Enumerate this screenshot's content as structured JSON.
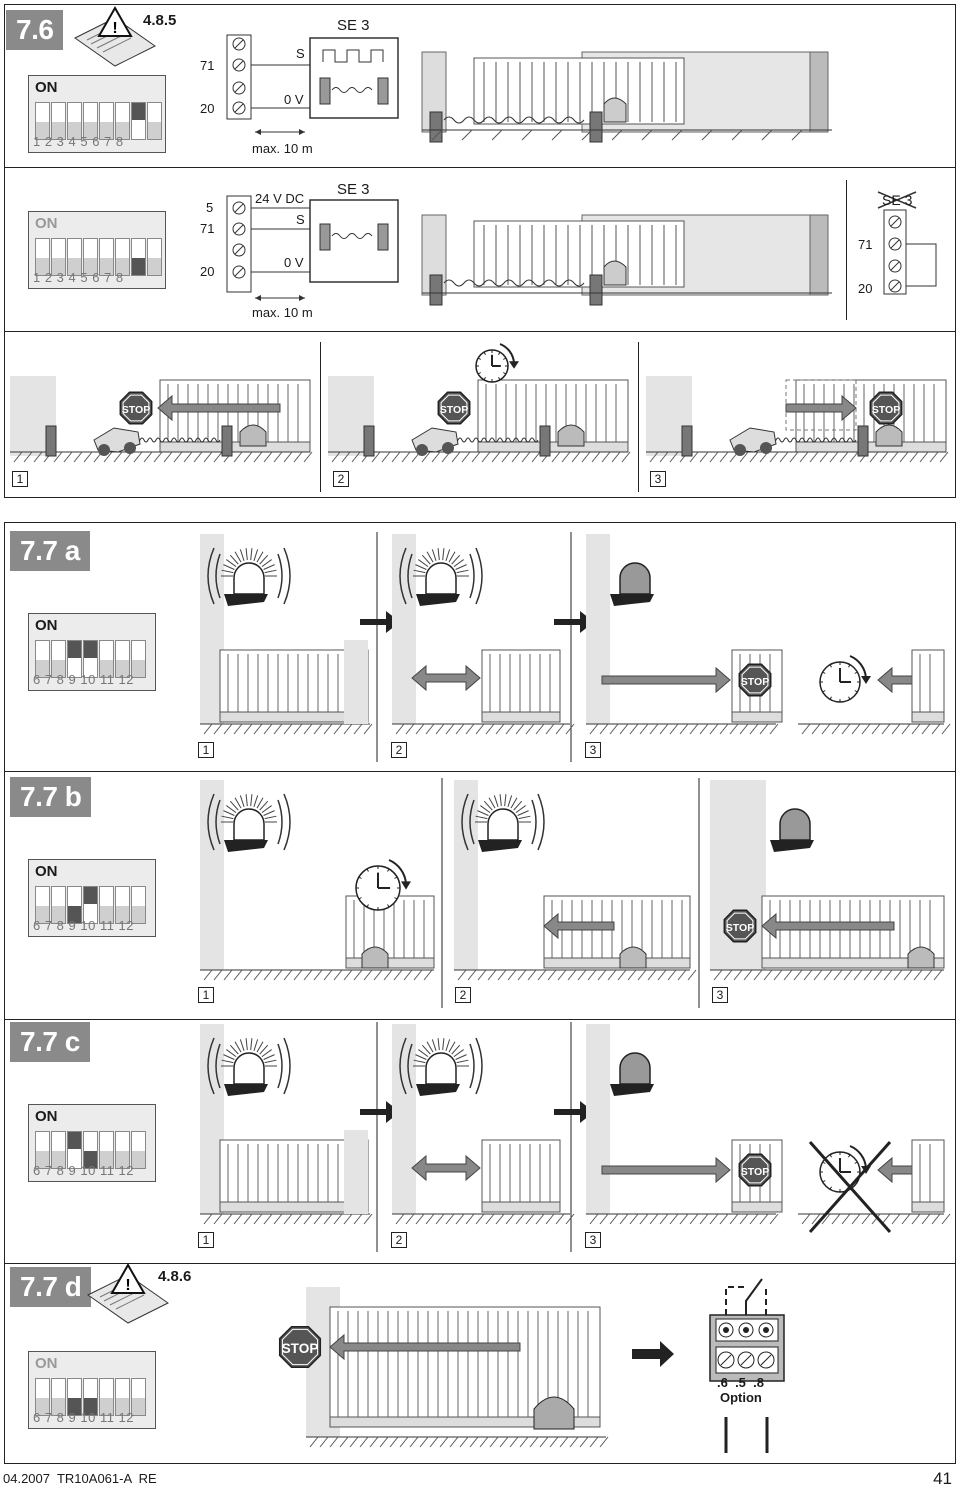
{
  "sections": {
    "s76": {
      "label": "7.6",
      "ref": "4.8.5"
    },
    "s77a": {
      "label": "7.7 a"
    },
    "s77b": {
      "label": "7.7 b"
    },
    "s77c": {
      "label": "7.7 c"
    },
    "s77d": {
      "label": "7.7 d",
      "ref": "4.8.6"
    }
  },
  "dip": {
    "on": "ON",
    "row1": {
      "nums": "1 2 3 4 5 6 7 8",
      "bold": "7"
    },
    "row2": {
      "nums": "6 7 8 9 10 11 12",
      "bold": "8 9"
    }
  },
  "wiring": {
    "t71": "71",
    "t20": "20",
    "t5": "5",
    "s": "S",
    "zerov": "0 V",
    "dc": "24 V DC",
    "se3": "SE 3",
    "max": "max. 10 m"
  },
  "stop": "STOP",
  "steps": [
    "1",
    "2",
    "3"
  ],
  "option": {
    "pins": ".6  .5  .8",
    "label": "Option"
  },
  "footer": {
    "left": "04.2007  TR10A061-A  RE",
    "page": "41"
  }
}
